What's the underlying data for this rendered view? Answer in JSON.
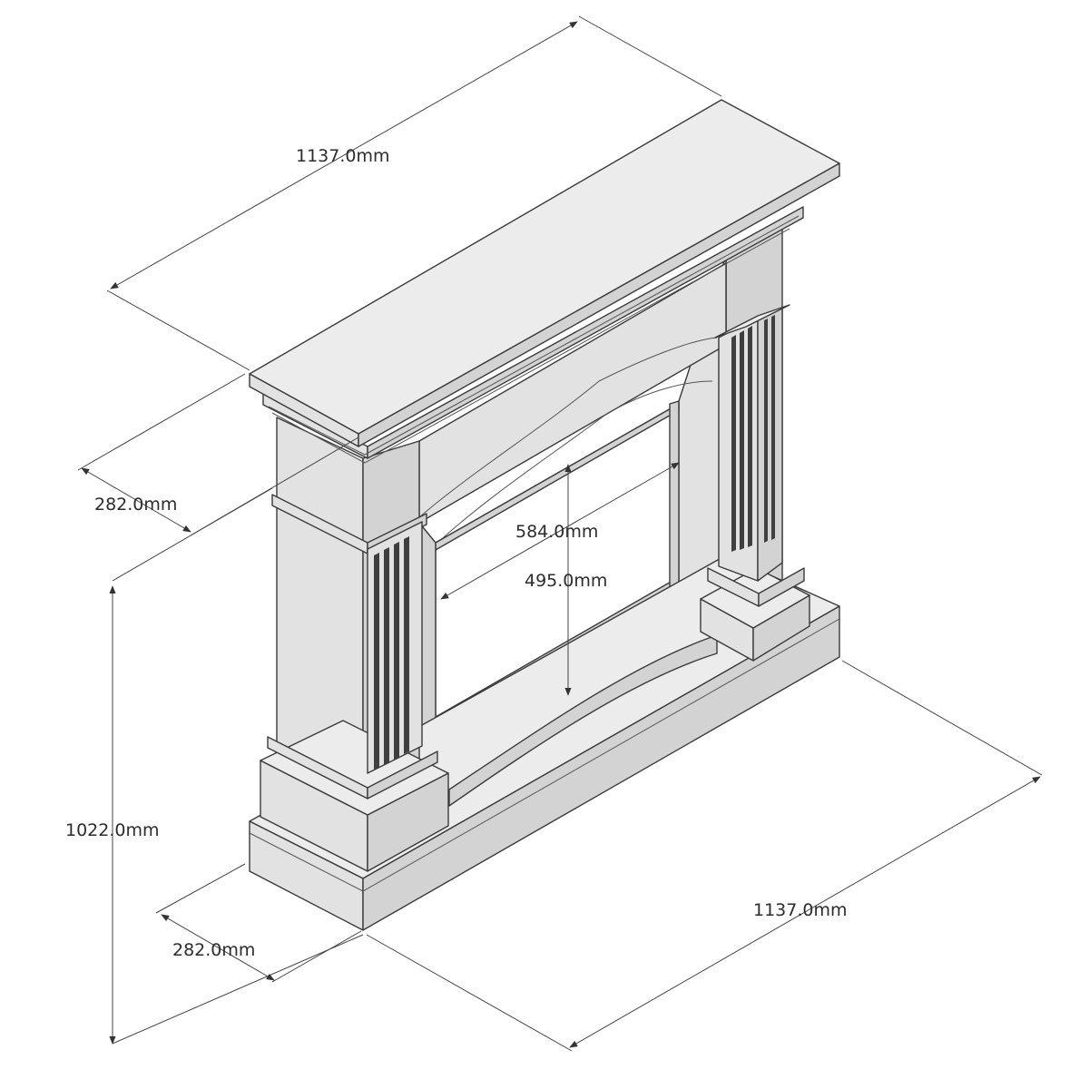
{
  "dimensions": {
    "top_width": "1137.0mm",
    "top_depth": "282.0mm",
    "opening_width": "584.0mm",
    "opening_height": "495.0mm",
    "total_height": "1022.0mm",
    "base_depth": "282.0mm",
    "base_width": "1137.0mm"
  },
  "colors": {
    "line": "#3a3a3a",
    "top_face": "#ececec",
    "front_face": "#e2e2e2",
    "side_face": "#d3d3d3",
    "flute": "#3f3f3f"
  }
}
